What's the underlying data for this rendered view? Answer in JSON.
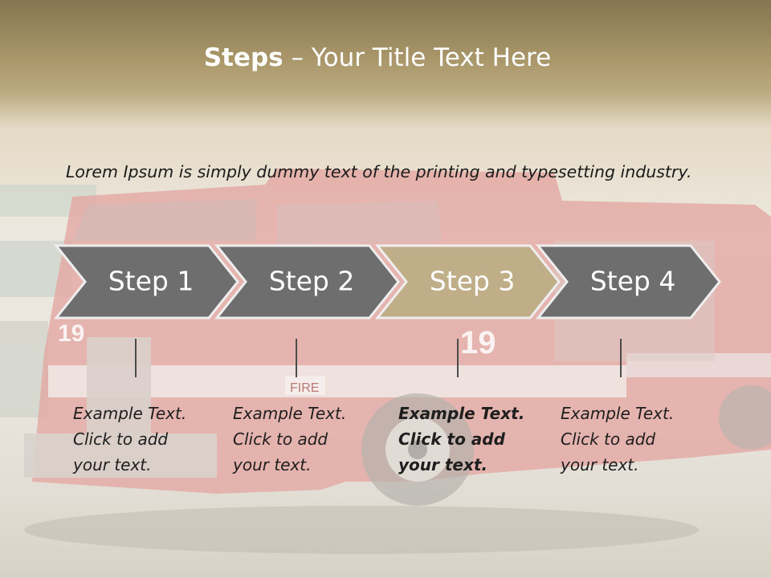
{
  "slide": {
    "title_bold": "Steps",
    "title_rest": " – Your Title Text Here",
    "intro": "Lorem Ipsum is simply dummy text of the printing and typesetting industry."
  },
  "steps": [
    {
      "label": "Step 1",
      "caption": [
        "Example Text.",
        "Click  to add",
        "your text."
      ],
      "highlighted": false
    },
    {
      "label": "Step 2",
      "caption": [
        "Example Text.",
        "Click  to add",
        "your text."
      ],
      "highlighted": false
    },
    {
      "label": "Step 3",
      "caption": [
        "Example Text.",
        "Click  to add",
        "your text."
      ],
      "highlighted": true
    },
    {
      "label": "Step 4",
      "caption": [
        "Example Text.",
        "Click  to add",
        "your text."
      ],
      "highlighted": false
    }
  ],
  "photo": {
    "truck_number": "19",
    "panel_text": "FIRE"
  },
  "colors": {
    "chevron": "#6e6e6e",
    "chevron_highlight": "#bfae88",
    "chevron_border": "#eeeeee"
  }
}
